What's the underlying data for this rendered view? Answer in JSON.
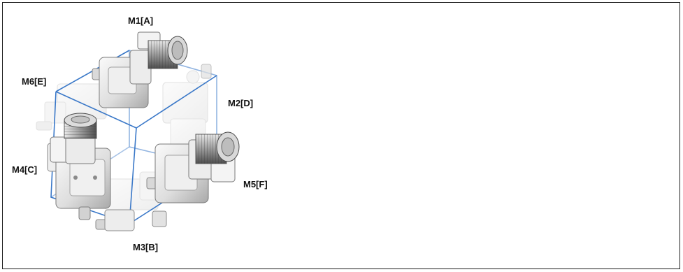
{
  "labels": {
    "m1": "M1[A]",
    "m2": "M2[D]",
    "m3": "M3[B]",
    "m4": "M4[C]",
    "m5": "M5[F]",
    "m6": "M6[E]"
  },
  "colors": {
    "cube_edge": "#3a78c8",
    "frame": "#1f1f1f",
    "metal_light": "#f1f1f1",
    "metal_mid": "#d4d4d4",
    "metal_dark": "#8c8c8c",
    "motor_fin": "#5a5a5a"
  }
}
